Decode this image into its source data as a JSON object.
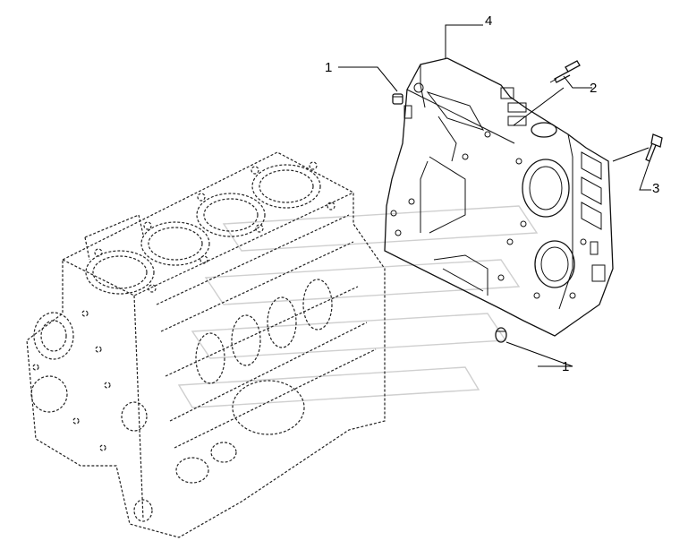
{
  "callouts": [
    {
      "label": "1"
    },
    {
      "label": "1"
    },
    {
      "label": "2"
    },
    {
      "label": "3"
    },
    {
      "label": "4"
    }
  ]
}
